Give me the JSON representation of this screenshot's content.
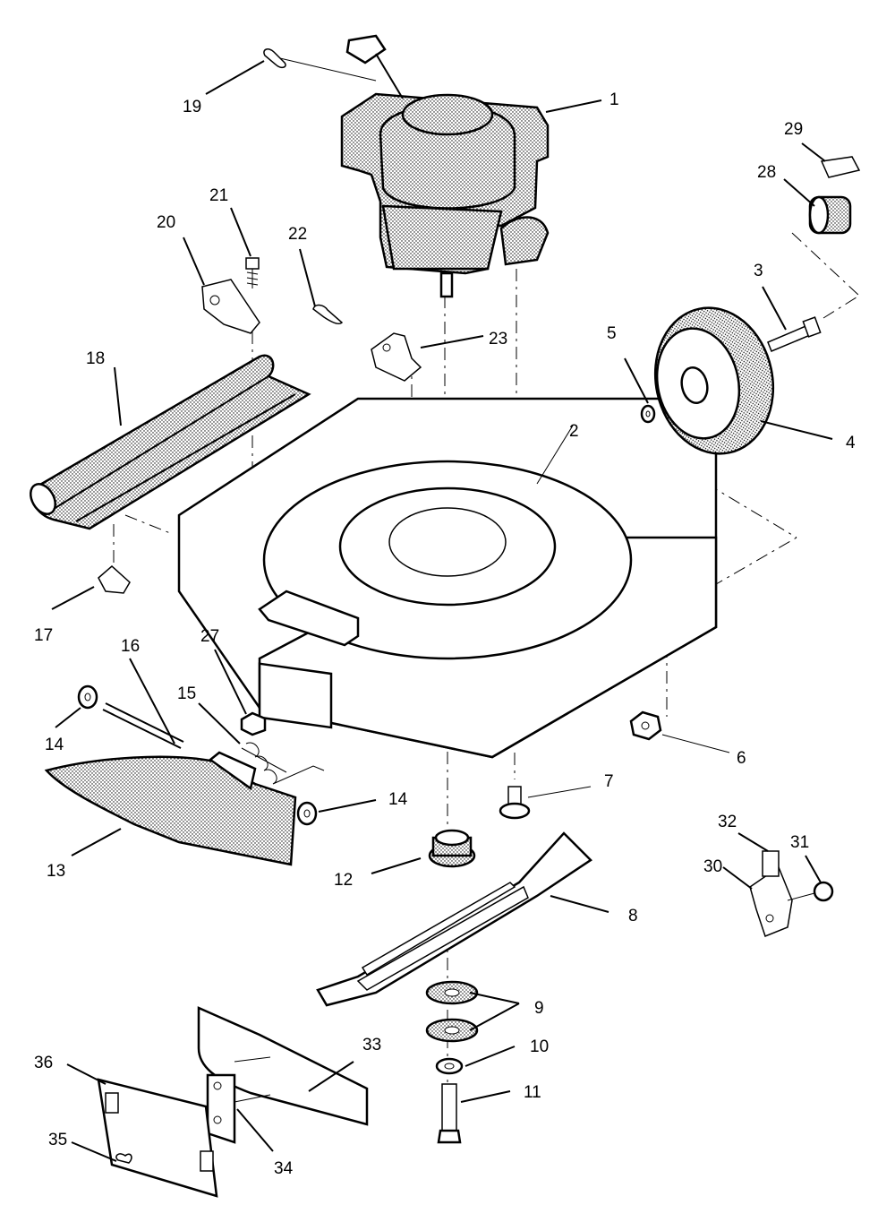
{
  "callouts": [
    {
      "id": "1",
      "label": "1"
    },
    {
      "id": "2",
      "label": "2"
    },
    {
      "id": "3",
      "label": "3"
    },
    {
      "id": "4",
      "label": "4"
    },
    {
      "id": "5",
      "label": "5"
    },
    {
      "id": "6",
      "label": "6"
    },
    {
      "id": "7",
      "label": "7"
    },
    {
      "id": "8",
      "label": "8"
    },
    {
      "id": "9",
      "label": "9"
    },
    {
      "id": "10",
      "label": "10"
    },
    {
      "id": "11",
      "label": "11"
    },
    {
      "id": "12",
      "label": "12"
    },
    {
      "id": "13",
      "label": "13"
    },
    {
      "id": "14a",
      "label": "14"
    },
    {
      "id": "14b",
      "label": "14"
    },
    {
      "id": "15",
      "label": "15"
    },
    {
      "id": "16",
      "label": "16"
    },
    {
      "id": "17",
      "label": "17"
    },
    {
      "id": "18",
      "label": "18"
    },
    {
      "id": "19",
      "label": "19"
    },
    {
      "id": "20",
      "label": "20"
    },
    {
      "id": "21",
      "label": "21"
    },
    {
      "id": "22",
      "label": "22"
    },
    {
      "id": "23",
      "label": "23"
    },
    {
      "id": "27",
      "label": "27"
    },
    {
      "id": "28",
      "label": "28"
    },
    {
      "id": "29",
      "label": "29"
    },
    {
      "id": "30",
      "label": "30"
    },
    {
      "id": "31",
      "label": "31"
    },
    {
      "id": "32",
      "label": "32"
    },
    {
      "id": "33",
      "label": "33"
    },
    {
      "id": "34",
      "label": "34"
    },
    {
      "id": "35",
      "label": "35"
    },
    {
      "id": "36",
      "label": "36"
    }
  ]
}
